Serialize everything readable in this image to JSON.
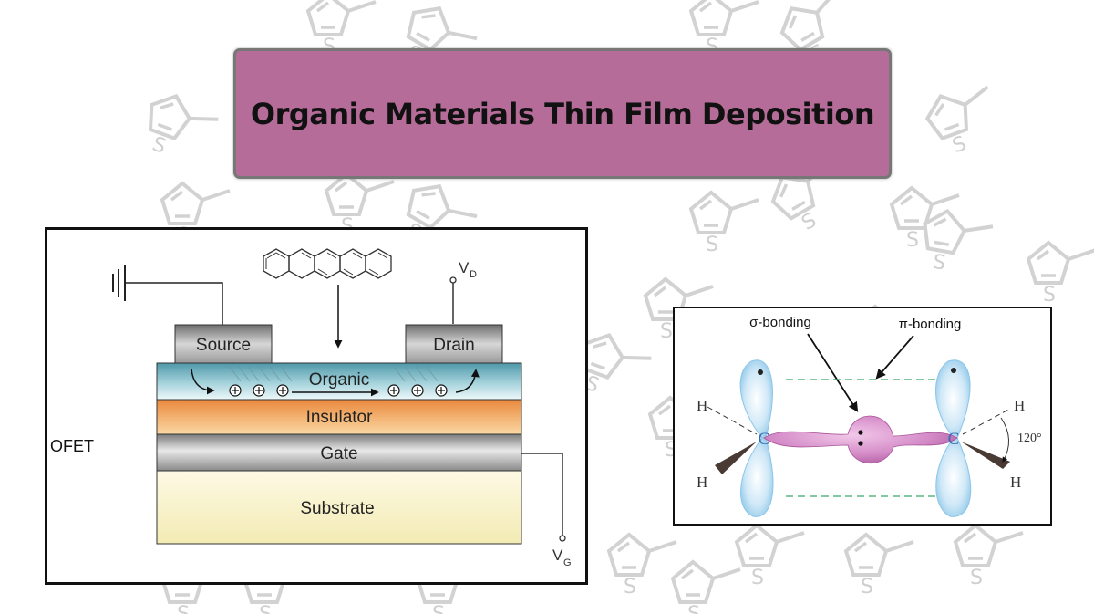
{
  "title": "Organic Materials Thin Film Deposition",
  "background_motif": "thiophene-ring",
  "background_motif_letter": "S",
  "colors": {
    "banner": "#b56c98",
    "organic_layer": "#5ea5b5",
    "insulator_layer": "#f0a05a",
    "gate_layer": "#9a9a9a",
    "substrate_layer": "#f6efc0",
    "electrode": "#a6a6a6",
    "sigma_lobe": "#cf7fc2",
    "pi_lobe": "#a9d6ef"
  },
  "ofet": {
    "label": "OFET",
    "source": "Source",
    "drain": "Drain",
    "organic": "Organic",
    "insulator": "Insulator",
    "gate": "Gate",
    "substrate": "Substrate",
    "vd": "V",
    "vd_sub": "D",
    "vg": "V",
    "vg_sub": "G",
    "molecule": "pentacene"
  },
  "bonding": {
    "sigma": "σ-bonding",
    "pi": "π-bonding",
    "carbon": "C",
    "hydrogen": "H",
    "angle": "120°"
  }
}
